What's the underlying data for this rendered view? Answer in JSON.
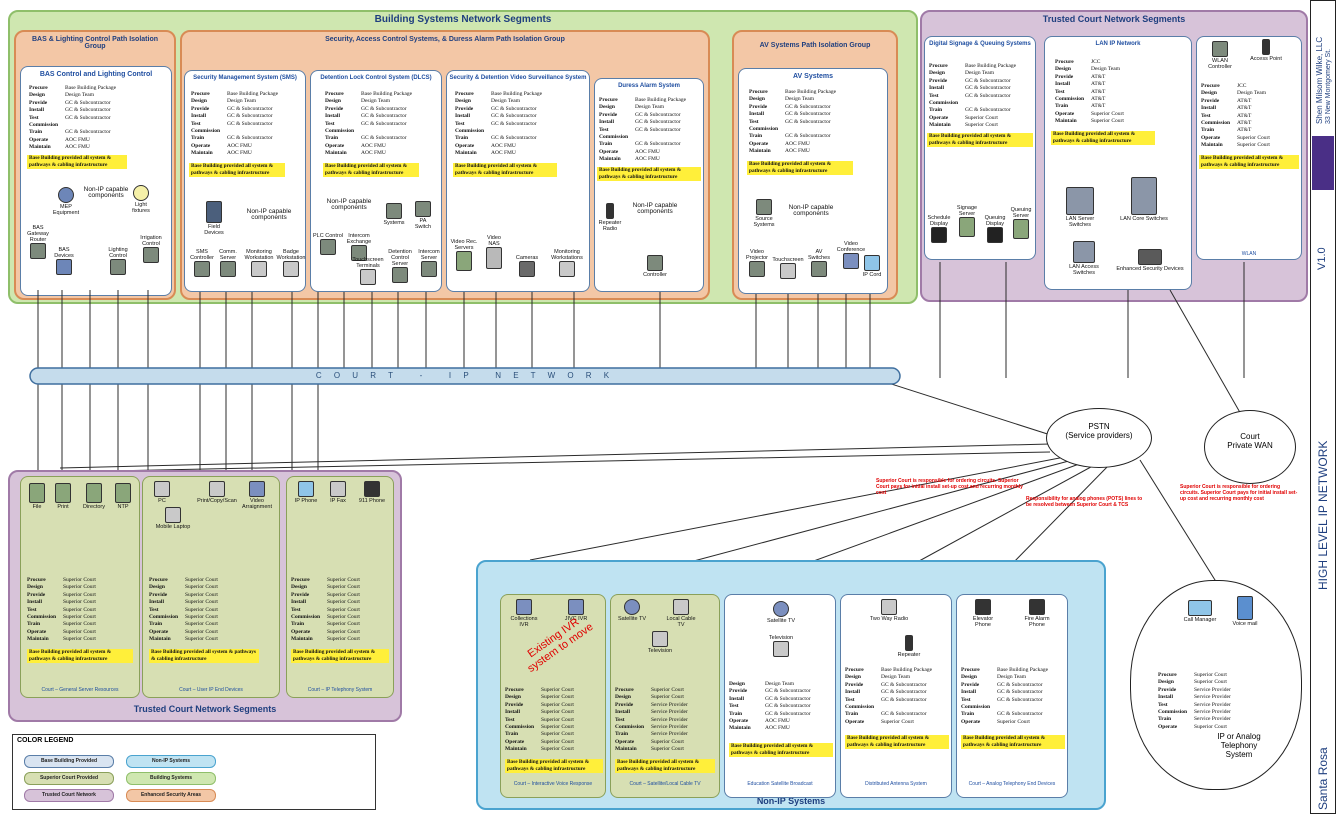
{
  "building_title": "Building Systems Network Segments",
  "trusted_top_title": "Trusted Court Network Segments",
  "trusted_bottom_title": "Trusted Court Network Segments",
  "nonip_title": "Non-IP Systems",
  "bas_group": "BAS & Lighting Control Path Isolation Group",
  "security_group": "Security, Access Control Systems, & Duress Alarm Path Isolation Group",
  "av_group": "AV Systems Path Isolation Group",
  "court_ip_network": "C O U R T   -   I P   N E T W O R K",
  "pstn": "PSTN\n(Service providers)",
  "court_wan": "Court\nPrivate WAN",
  "ip_analog": "IP or Analog\nTelephony\nSystem",
  "cards": {
    "bas": "BAS Control and Lighting Control",
    "sms": "Security Management System (SMS)",
    "dacs": "Detention Lock Control System (DLCS)",
    "vss": "Security & Detention Video Surveillance System",
    "duress": "Duress Alarm System",
    "av": "AV Systems",
    "signage": "Digital Signage & Queuing Systems",
    "lan": "LAN IP Network",
    "wlan": "WLAN"
  },
  "legend": {
    "title": "COLOR LEGEND",
    "items": [
      "Base Building Provided",
      "Non-IP Systems",
      "Superior Court Provided",
      "Building Systems",
      "Trusted Court Network",
      "Enhanced Security Areas"
    ]
  },
  "bb_note": "Base Building provided all system & pathways & cabling infrastructure",
  "rows": {
    "a": [
      [
        "Procure",
        "Base Building Package"
      ],
      [
        "Design",
        "Design Team"
      ],
      [
        "Provide",
        "GC & Subcontractor"
      ],
      [
        "Install",
        "GC & Subcontractor"
      ],
      [
        "Test",
        "GC & Subcontractor"
      ],
      [
        "Commission",
        ""
      ],
      [
        "Train",
        "GC & Subcontractor"
      ],
      [
        "Operate",
        "AOC FMU"
      ],
      [
        "Maintain",
        "AOC FMU"
      ]
    ],
    "b": [
      [
        "Procure",
        "Superior Court"
      ],
      [
        "Design",
        "Superior Court"
      ],
      [
        "Provide",
        "Superior Court"
      ],
      [
        "Install",
        "Superior Court"
      ],
      [
        "Test",
        "Superior Court"
      ],
      [
        "Commission",
        "Superior Court"
      ],
      [
        "Train",
        "Superior Court"
      ],
      [
        "Operate",
        "Superior Court"
      ],
      [
        "Maintain",
        "Superior Court"
      ]
    ],
    "c": [
      [
        "Procure",
        "JCC"
      ],
      [
        "Design",
        "Design Team"
      ],
      [
        "Provide",
        "AT&T"
      ],
      [
        "Install",
        "AT&T"
      ],
      [
        "Test",
        "AT&T"
      ],
      [
        "Commission",
        "AT&T"
      ],
      [
        "Train",
        "AT&T"
      ],
      [
        "Operate",
        "Superior Court"
      ],
      [
        "Maintain",
        "Superior Court"
      ]
    ],
    "d": [
      [
        "Procure",
        "Superior Court"
      ],
      [
        "Design",
        "Superior Court"
      ],
      [
        "Provide",
        "Service Provider"
      ],
      [
        "Install",
        "Service Provider"
      ],
      [
        "Test",
        "Service Provider"
      ],
      [
        "Commission",
        "Service Provider"
      ],
      [
        "Train",
        "Service Provider"
      ],
      [
        "Operate",
        "Superior Court"
      ],
      [
        "Maintain",
        "Superior Court"
      ]
    ]
  },
  "bottom_cards": {
    "general": "Court – General Server Resources",
    "user": "Court – User IP End Devices",
    "telephony": "Court – IP Telephony System",
    "intervention": "Court – Interactive Voice Response",
    "satellite": "Court – Satellite/Local Cable TV",
    "education": "Education Satellite Broadcast",
    "distributed": "Distributed Antenna System",
    "analog": "Court – Analog Telephony End Devices"
  },
  "existing_ivr": "Existing IVR system to move",
  "red_notes": [
    "Superior Court is responsible for ordering circuits. Superior Court pays for initial install set-up cost and recurring monthly cost",
    "Responsibility for analog phones (POTS) lines to be resolved between Superior Court & TCS",
    "Superior Court is responsible for ordering circuits. Superior Court pays for initial install set-up cost and recurring monthly cost"
  ],
  "side": {
    "company": "Shen Milsom Wilke, LLC",
    "address": "33 New Montgomery St.",
    "version": "V1.0",
    "doc": "HIGH LEVEL IP NETWORK",
    "project": "Santa Rosa"
  },
  "devices": {
    "bas": [
      "BAS Gateway Router",
      "BAS Devices",
      "Lighting Control",
      "Irrigation Control",
      "MEP Equipment",
      "Light fixtures",
      "Non-IP capable components"
    ],
    "sms": [
      "SMS Controller",
      "Comm. Server",
      "Monitoring Workstation",
      "Badge Workstation",
      "Field Devices",
      "Non-IP capable components"
    ],
    "dacs": [
      "PLC Control",
      "Intercom Exchange",
      "Detention Control Server",
      "Intercom Server",
      "Touchscreen Terminals",
      "Systems",
      "PA Switch",
      "Non-IP capable components"
    ],
    "vss": [
      "Video Rec. Servers",
      "Video NAS",
      "Cameras",
      "Monitoring Workstations"
    ],
    "duress": [
      "Repeater Radio",
      "Controller",
      "Non-IP capable components"
    ],
    "av": [
      "Video Projector",
      "Touchscreen",
      "AV Switches",
      "Video Conference",
      "IP Cord",
      "Source Systems",
      "Non-IP capable components"
    ],
    "signage": [
      "Schedule Display",
      "Signage Server",
      "Queuing Display",
      "Queuing Server"
    ],
    "lan": [
      "LAN Server Switches",
      "LAN Core Switches",
      "LAN Access Switches",
      "Enhanced Security Devices"
    ],
    "wlan": [
      "WLAN Controller",
      "Access Point"
    ],
    "general": [
      "File",
      "Print",
      "Directory",
      "NTP"
    ],
    "user": [
      "PC",
      "Print/Copy/Scan",
      "Video Arraignment",
      "Mobile Laptop"
    ],
    "telephony": [
      "IP Phone",
      "IP Fax",
      "911 Phone"
    ],
    "intervention": [
      "Collections IVR",
      "JIVC IVR"
    ],
    "satellite": [
      "Satellite TV",
      "Local Cable TV",
      "Television"
    ],
    "education": [
      "Satellite TV",
      "Television"
    ],
    "distributed": [
      "Two Way Radio",
      "Repeater"
    ],
    "analog": [
      "Elevator Phone",
      "Fire Alarm Phone"
    ],
    "analog_sys": [
      "Call Manager",
      "Voice mail"
    ]
  }
}
